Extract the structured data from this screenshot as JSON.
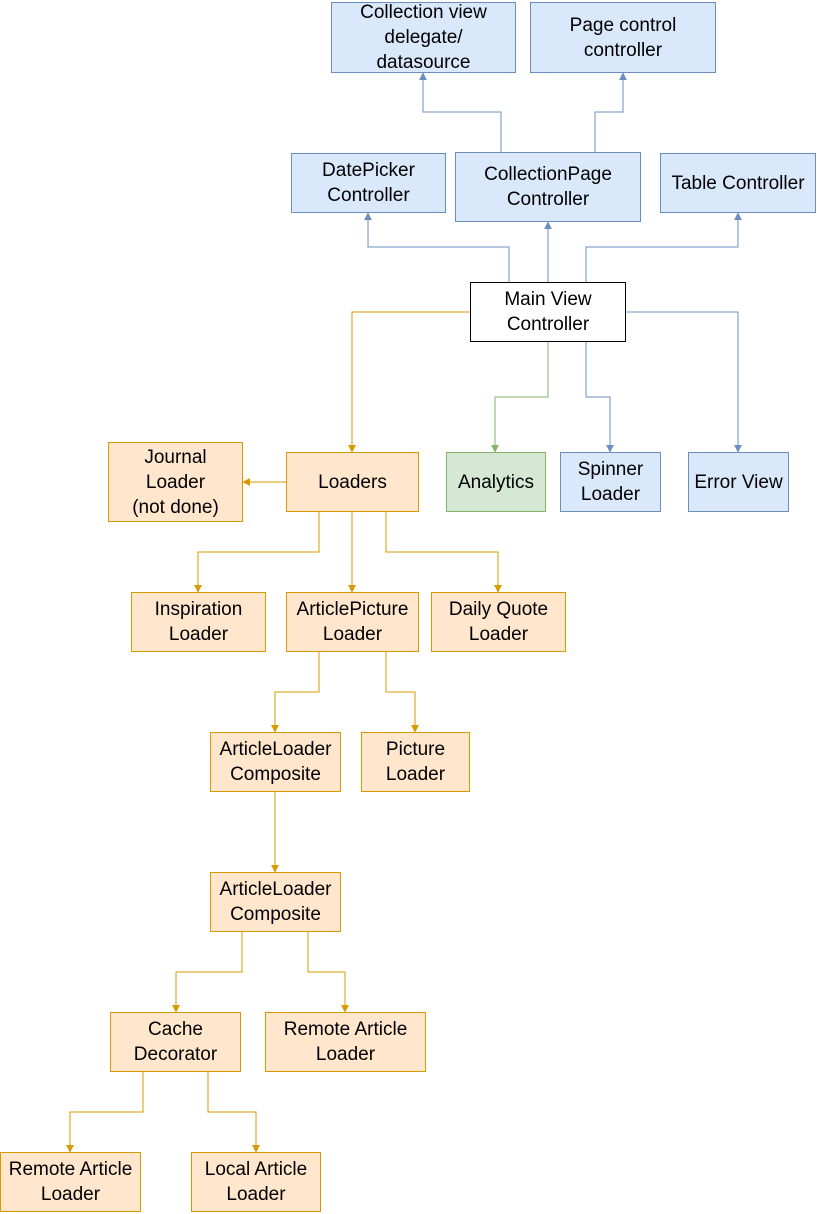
{
  "colors": {
    "blue_fill": "#dae8fc",
    "blue_stroke": "#6c8ebf",
    "orange_fill": "#ffe6cc",
    "orange_stroke": "#d79b00",
    "green_fill": "#d5e8d4",
    "green_stroke": "#82b366",
    "main_fill": "#ffffff",
    "main_stroke": "#000000"
  },
  "nodes": {
    "collection_view_delegate": "Collection view\ndelegate/\ndatasource",
    "page_control_controller": "Page control\ncontroller",
    "datepicker_controller": "DatePicker\nController",
    "collectionpage_controller": "CollectionPage\nController",
    "table_controller": "Table Controller",
    "main_view_controller": "Main View\nController",
    "journal_loader": "Journal\nLoader\n(not done)",
    "loaders": "Loaders",
    "analytics": "Analytics",
    "spinner_loader": "Spinner\nLoader",
    "error_view": "Error View",
    "inspiration_loader": "Inspiration\nLoader",
    "articlepicture_loader": "ArticlePicture\nLoader",
    "daily_quote_loader": "Daily Quote\nLoader",
    "articleloader_composite_1": "ArticleLoader\nComposite",
    "picture_loader": "Picture\nLoader",
    "articleloader_composite_2": "ArticleLoader\nComposite",
    "cache_decorator": "Cache\nDecorator",
    "remote_article_loader_1": "Remote Article\nLoader",
    "remote_article_loader_2": "Remote Article\nLoader",
    "local_article_loader": "Local Article\nLoader"
  },
  "edges": [
    {
      "from": "collectionpage_controller",
      "to": "collection_view_delegate",
      "color": "blue"
    },
    {
      "from": "collectionpage_controller",
      "to": "page_control_controller",
      "color": "blue"
    },
    {
      "from": "main_view_controller",
      "to": "datepicker_controller",
      "color": "blue"
    },
    {
      "from": "main_view_controller",
      "to": "collectionpage_controller",
      "color": "blue"
    },
    {
      "from": "main_view_controller",
      "to": "table_controller",
      "color": "blue"
    },
    {
      "from": "main_view_controller",
      "to": "loaders",
      "color": "orange"
    },
    {
      "from": "main_view_controller",
      "to": "analytics",
      "color": "green"
    },
    {
      "from": "main_view_controller",
      "to": "spinner_loader",
      "color": "blue"
    },
    {
      "from": "main_view_controller",
      "to": "error_view",
      "color": "blue"
    },
    {
      "from": "loaders",
      "to": "journal_loader",
      "color": "orange"
    },
    {
      "from": "loaders",
      "to": "inspiration_loader",
      "color": "orange"
    },
    {
      "from": "loaders",
      "to": "articlepicture_loader",
      "color": "orange"
    },
    {
      "from": "loaders",
      "to": "daily_quote_loader",
      "color": "orange"
    },
    {
      "from": "articlepicture_loader",
      "to": "articleloader_composite_1",
      "color": "orange"
    },
    {
      "from": "articlepicture_loader",
      "to": "picture_loader",
      "color": "orange"
    },
    {
      "from": "articleloader_composite_1",
      "to": "articleloader_composite_2",
      "color": "orange"
    },
    {
      "from": "articleloader_composite_2",
      "to": "cache_decorator",
      "color": "orange"
    },
    {
      "from": "articleloader_composite_2",
      "to": "remote_article_loader_1",
      "color": "orange"
    },
    {
      "from": "cache_decorator",
      "to": "remote_article_loader_2",
      "color": "orange"
    },
    {
      "from": "cache_decorator",
      "to": "local_article_loader",
      "color": "orange"
    }
  ]
}
